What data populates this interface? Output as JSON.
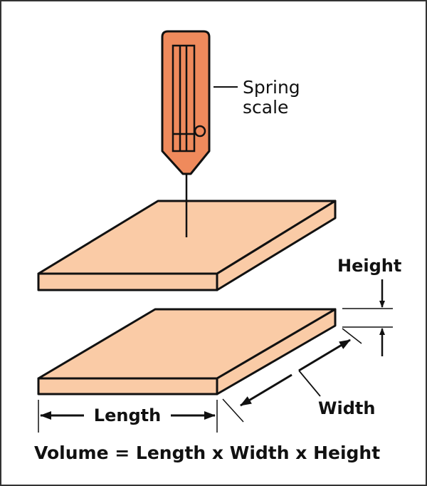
{
  "diagram": {
    "labels": {
      "spring_scale_line1": "Spring",
      "spring_scale_line2": "scale",
      "height": "Height",
      "width": "Width",
      "length": "Length",
      "formula": "Volume = Length x Width x Height"
    },
    "colors": {
      "board_fill": "#FACBA6",
      "scale_fill": "#EF8A5C",
      "outline": "#111111",
      "frame": "#333333"
    }
  }
}
